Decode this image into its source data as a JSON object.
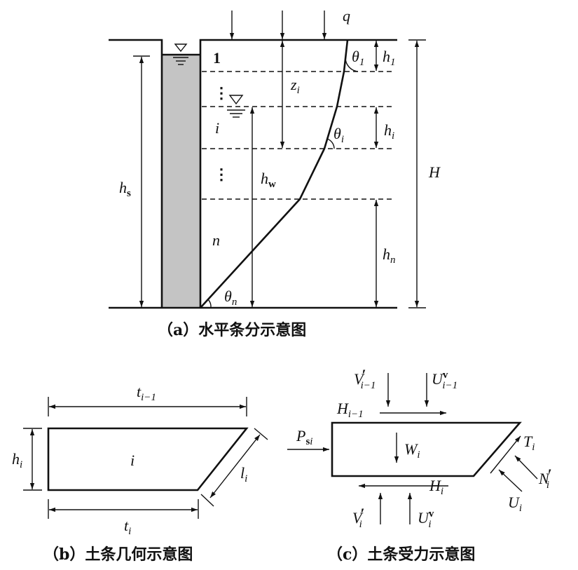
{
  "fig_a": {
    "caption": "（a）水平条分示意图",
    "q": "q",
    "slice_1": "1",
    "slice_i": "i",
    "slice_n": "n",
    "dots": "⋮",
    "z": "z",
    "z_sub": "i",
    "h": "h",
    "h1_sub": "1",
    "hi_sub": "i",
    "hn_sub": "n",
    "hs_sub": "s",
    "hw_sub": "w",
    "theta": "θ",
    "theta1_sub": "1",
    "thetai_sub": "i",
    "thetan_sub": "n",
    "H": "H"
  },
  "fig_b": {
    "caption": "（b）土条几何示意图",
    "t": "t",
    "t_top_sub": "i−1",
    "t_bot_sub": "i",
    "h": "h",
    "h_sub": "i",
    "l": "l",
    "l_sub": "i",
    "center": "i"
  },
  "fig_c": {
    "caption": "（c）土条受力示意图",
    "V": "V",
    "V_top_sub": "i−1",
    "V_bot_sub": "i",
    "prime": "′",
    "U": "U",
    "U_top_sub": "i−1",
    "U_bot_sub": "i",
    "v_sup": "v",
    "H": "H",
    "H_top_sub": "i−1",
    "H_bot_sub": "i",
    "P": "P",
    "P_sub_s": "s",
    "P_sub_i": "i",
    "W": "W",
    "W_sub": "i",
    "T": "T",
    "T_sub": "i",
    "N": "N",
    "N_sub": "i",
    "U_side_sub": "i"
  }
}
